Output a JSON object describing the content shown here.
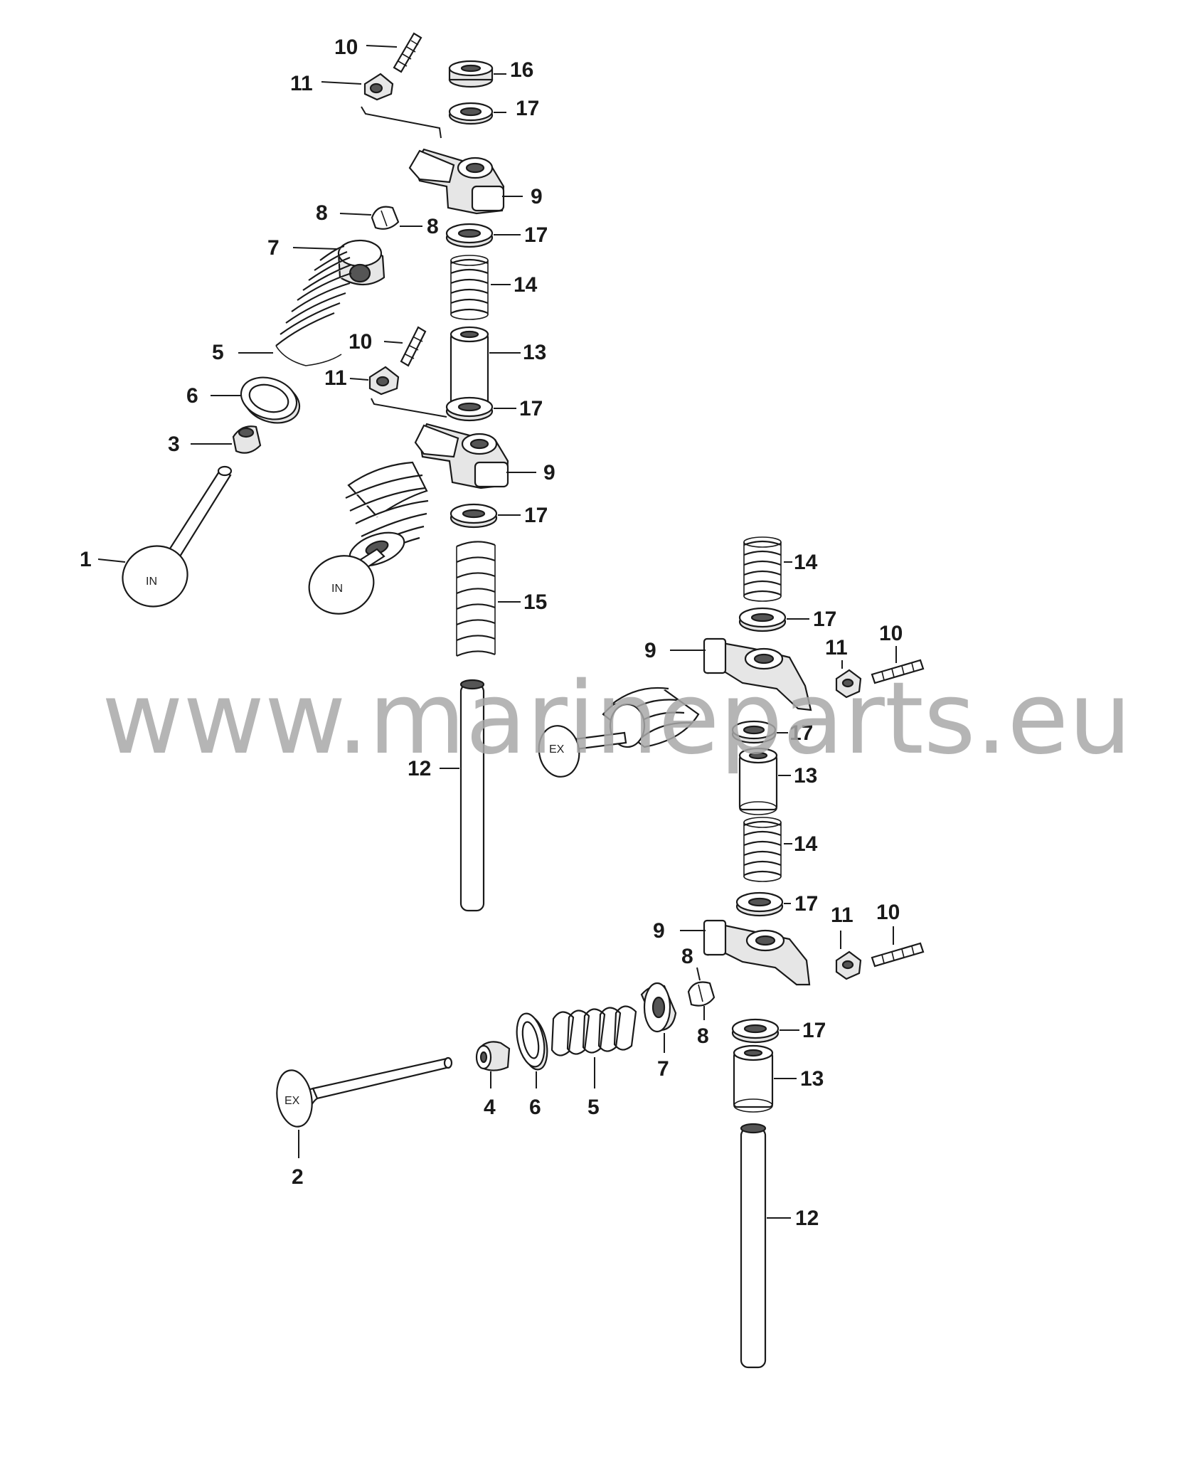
{
  "labels": {
    "p1": "1",
    "p2": "2",
    "p3": "3",
    "p4": "4",
    "p5": "5",
    "p6": "6",
    "p7": "7",
    "p8": "8",
    "p9": "9",
    "p10": "10",
    "p11": "11",
    "p12": "12",
    "p13": "13",
    "p14": "14",
    "p15": "15",
    "p16": "16",
    "p17": "17"
  },
  "stamps": {
    "intake": "IN",
    "exhaust": "EX"
  },
  "watermark": "www.marineparts.eu"
}
